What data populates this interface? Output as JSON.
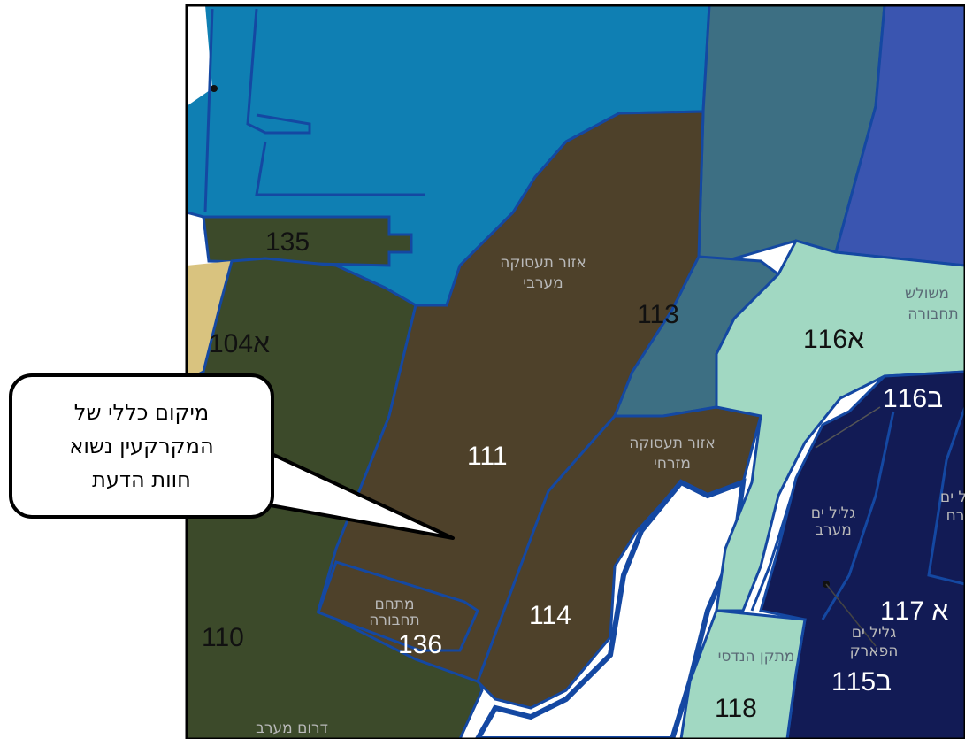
{
  "map": {
    "parcels": [
      {
        "id": "135",
        "label": "135"
      },
      {
        "id": "104a",
        "label": "104א"
      },
      {
        "id": "111",
        "label": "111"
      },
      {
        "id": "113",
        "label": "113"
      },
      {
        "id": "114",
        "label": "114"
      },
      {
        "id": "110",
        "label": "110"
      },
      {
        "id": "136",
        "label": "136"
      },
      {
        "id": "116a",
        "label": "116א"
      },
      {
        "id": "116b",
        "label": "116ב"
      },
      {
        "id": "117a",
        "label": "117 א"
      },
      {
        "id": "115b",
        "label": "115ב"
      },
      {
        "id": "118",
        "label": "118"
      }
    ],
    "area_names": {
      "employment_west_1": "אזור תעסוקה",
      "employment_west_2": "מערבי",
      "employment_east_1": "אזור תעסוקה",
      "employment_east_2": "מזרחי",
      "tachbura_complex_1": "מתחם",
      "tachbura_complex_2": "תחבורה",
      "galil_yam_west_1": "גליל ים",
      "galil_yam_west_2": "מערב",
      "galil_yam_park_1": "גליל ים",
      "galil_yam_park_2": "הפארק",
      "engineering_facility": "מתקן הנדסי",
      "triangle_1": "משולש",
      "triangle_2": "תחבורה",
      "partial_east_1": "ל ים",
      "partial_east_2": "רח",
      "south_west": "דרום מערב"
    }
  },
  "callout": {
    "line1": "מיקום כללי של",
    "line2": "המקרקעין נשוא",
    "line3": "חוות הדעת"
  },
  "colors": {
    "blue_zone": "#0f7fb3",
    "steel_zone": "#3d6f83",
    "indigo_zone": "#3a55b0",
    "brown_zone": "#4e412a",
    "olive_zone": "#3c4a2a",
    "mint_zone": "#a1d8c2",
    "navy_zone": "#121b55",
    "sand_zone": "#d9c37f",
    "border": "#1448a2"
  }
}
